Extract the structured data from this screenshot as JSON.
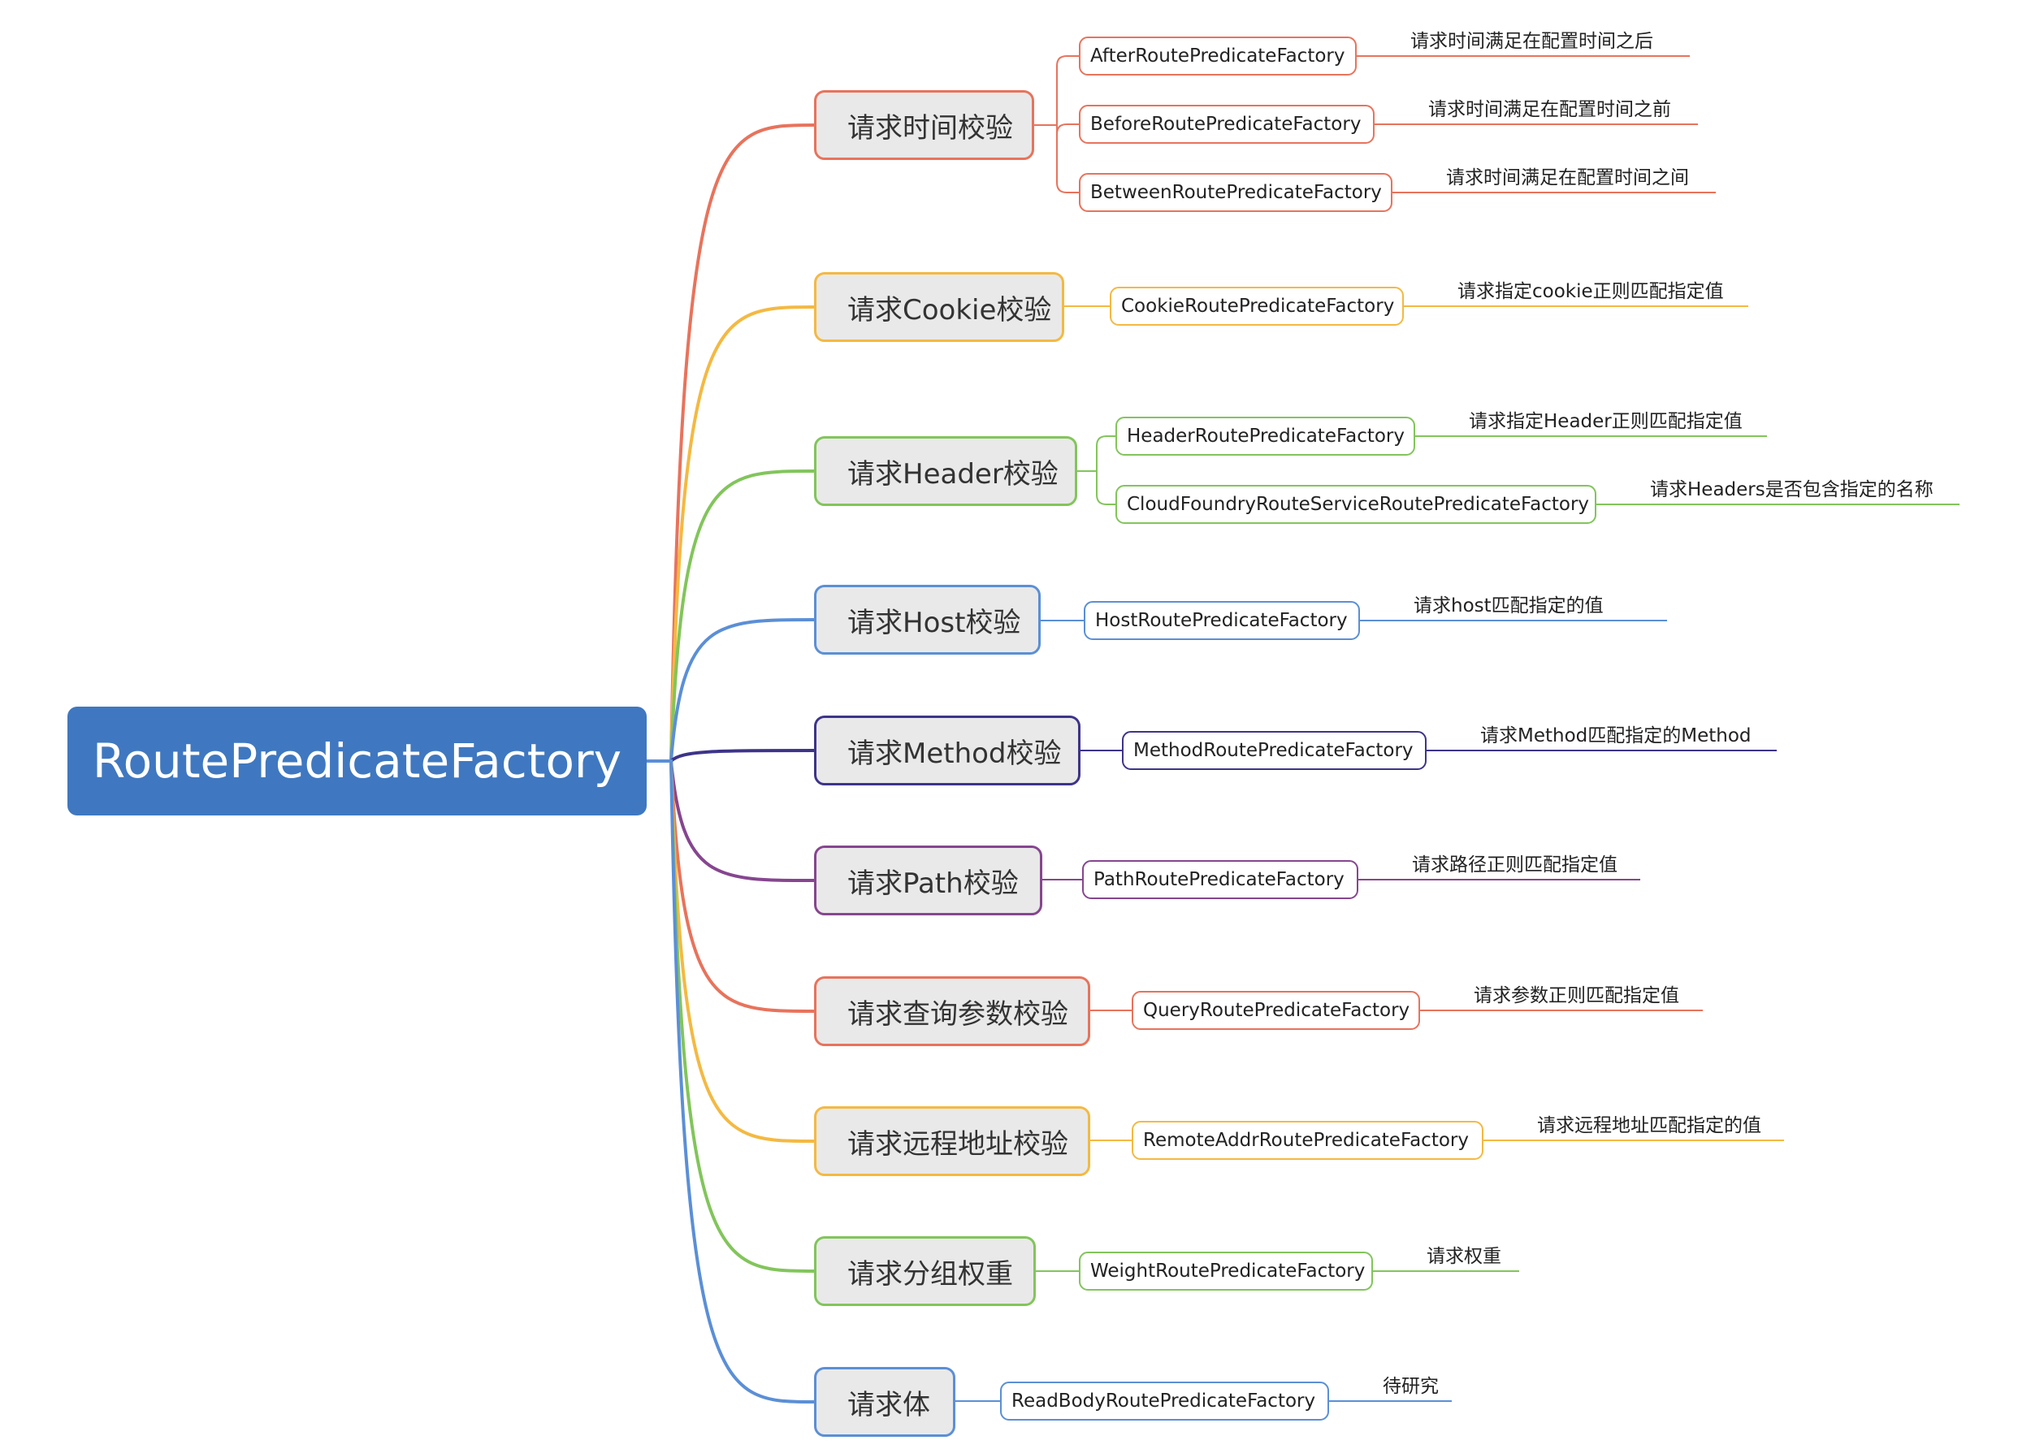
{
  "root": {
    "label": "RoutePredicateFactory"
  },
  "branches": [
    {
      "label": "请求时间校验",
      "color": "#e8735c",
      "items": [
        {
          "factory": "AfterRoutePredicateFactory",
          "note": "请求时间满足在配置时间之后"
        },
        {
          "factory": "BeforeRoutePredicateFactory",
          "note": "请求时间满足在配置时间之前"
        },
        {
          "factory": "BetweenRoutePredicateFactory",
          "note": "请求时间满足在配置时间之间"
        }
      ]
    },
    {
      "label": "请求Cookie校验",
      "color": "#f4b942",
      "items": [
        {
          "factory": "CookieRoutePredicateFactory",
          "note": "请求指定cookie正则匹配指定值"
        }
      ]
    },
    {
      "label": "请求Header校验",
      "color": "#82c55b",
      "items": [
        {
          "factory": "HeaderRoutePredicateFactory",
          "note": "请求指定Header正则匹配指定值"
        },
        {
          "factory": "CloudFoundryRouteServiceRoutePredicateFactory",
          "note": "请求Headers是否包含指定的名称"
        }
      ]
    },
    {
      "label": "请求Host校验",
      "color": "#5b8fd6",
      "items": [
        {
          "factory": "HostRoutePredicateFactory",
          "note": "请求host匹配指定的值"
        }
      ]
    },
    {
      "label": "请求Method校验",
      "color": "#3d3489",
      "items": [
        {
          "factory": "MethodRoutePredicateFactory",
          "note": "请求Method匹配指定的Method"
        }
      ]
    },
    {
      "label": "请求Path校验",
      "color": "#86468f",
      "items": [
        {
          "factory": "PathRoutePredicateFactory",
          "note": "请求路径正则匹配指定值"
        }
      ]
    },
    {
      "label": "请求查询参数校验",
      "color": "#e8735c",
      "items": [
        {
          "factory": "QueryRoutePredicateFactory",
          "note": "请求参数正则匹配指定值"
        }
      ]
    },
    {
      "label": "请求远程地址校验",
      "color": "#f4b942",
      "items": [
        {
          "factory": "RemoteAddrRoutePredicateFactory",
          "note": "请求远程地址匹配指定的值"
        }
      ]
    },
    {
      "label": "请求分组权重",
      "color": "#82c55b",
      "items": [
        {
          "factory": "WeightRoutePredicateFactory",
          "note": "请求权重"
        }
      ]
    },
    {
      "label": "请求体",
      "color": "#5b8fd6",
      "items": [
        {
          "factory": "ReadBodyRoutePredicateFactory",
          "note": "待研究"
        }
      ]
    }
  ]
}
